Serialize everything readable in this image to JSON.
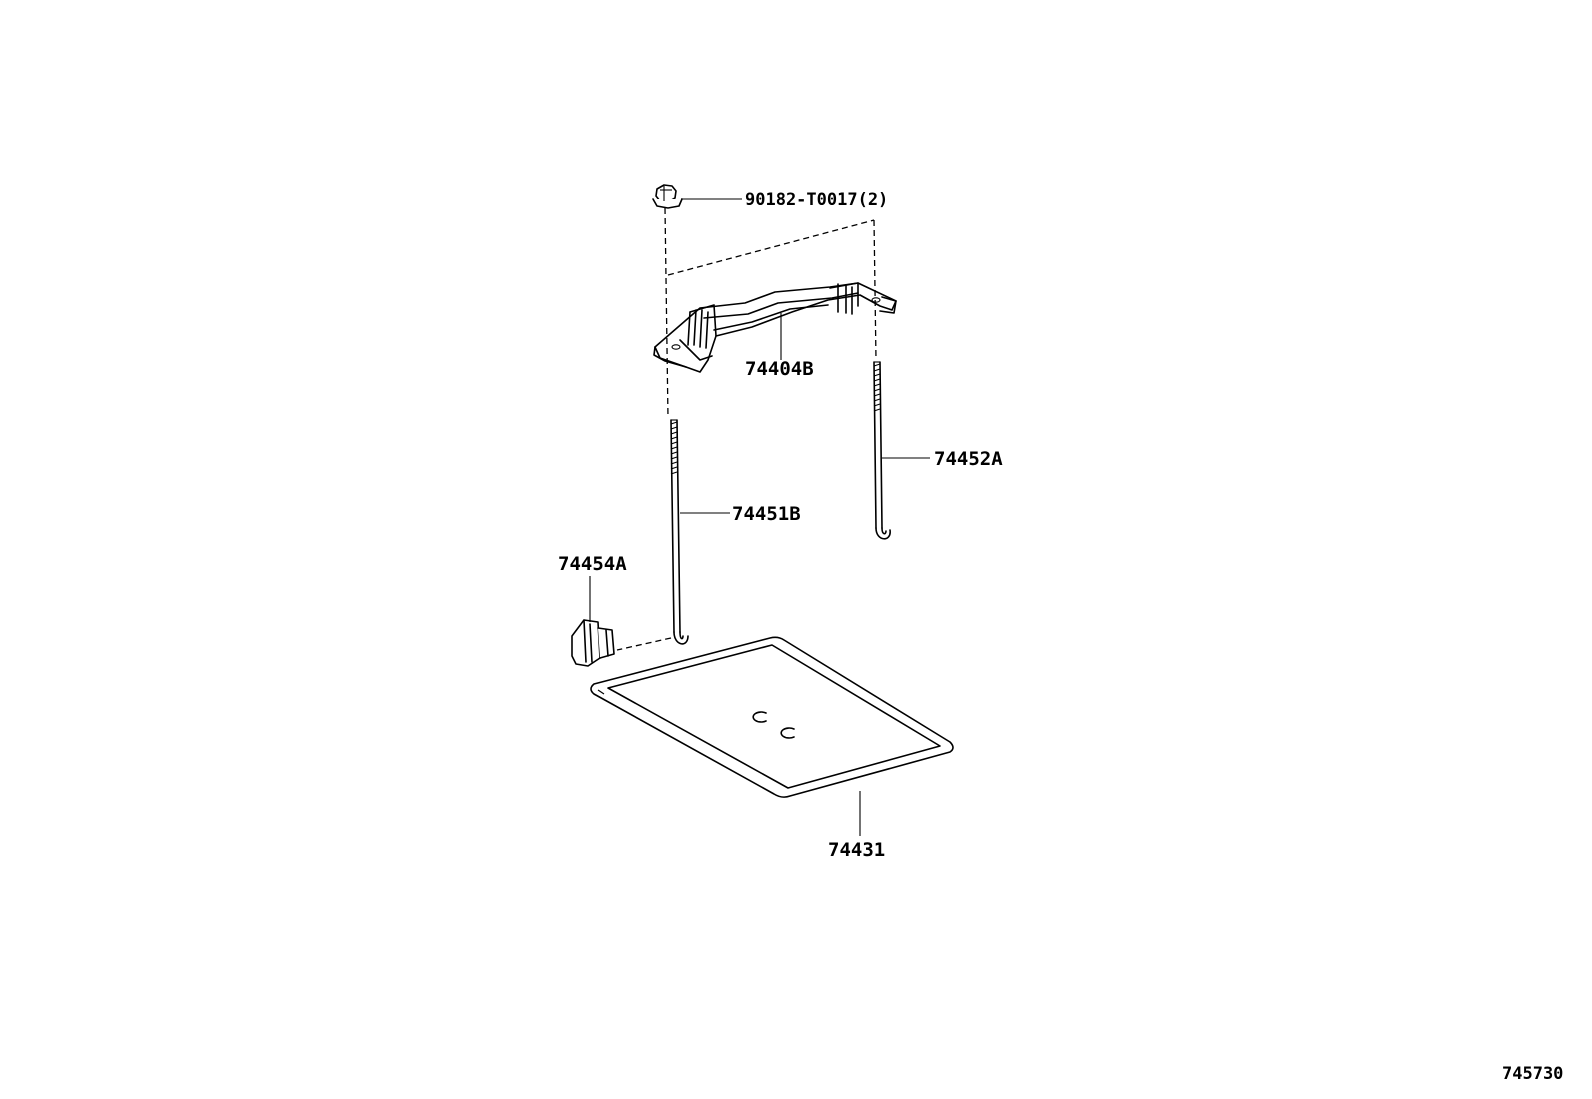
{
  "diagram": {
    "nut_label": "90182-T0017(2)",
    "clamp_label": "74404B",
    "rod_right_label": "74452A",
    "rod_left_label": "74451B",
    "clip_label": "74454A",
    "tray_label": "74431",
    "reference_number": "745730"
  }
}
